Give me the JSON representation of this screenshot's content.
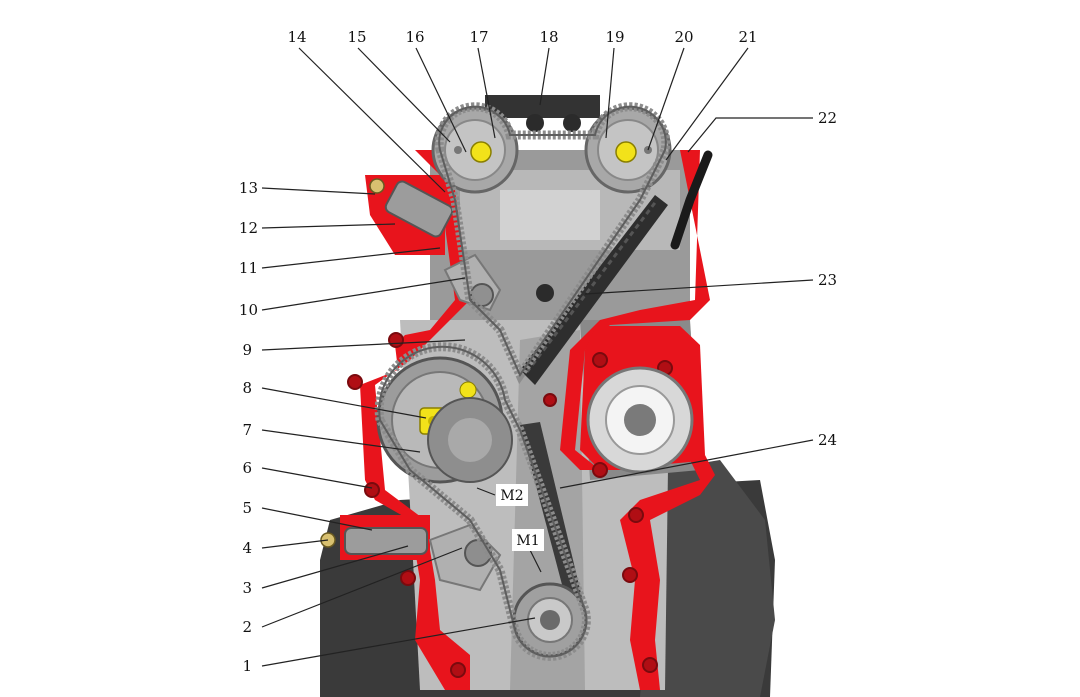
{
  "callouts": [
    {
      "id": "c1",
      "number": "1"
    },
    {
      "id": "c2",
      "number": "2"
    },
    {
      "id": "c3",
      "number": "3"
    },
    {
      "id": "c4",
      "number": "4"
    },
    {
      "id": "c5",
      "number": "5"
    },
    {
      "id": "c6",
      "number": "6"
    },
    {
      "id": "c7",
      "number": "7"
    },
    {
      "id": "c8",
      "number": "8"
    },
    {
      "id": "c9",
      "number": "9"
    },
    {
      "id": "c10",
      "number": "10"
    },
    {
      "id": "c11",
      "number": "11"
    },
    {
      "id": "c12",
      "number": "12"
    },
    {
      "id": "c13",
      "number": "13"
    },
    {
      "id": "c14",
      "number": "14"
    },
    {
      "id": "c15",
      "number": "15"
    },
    {
      "id": "c16",
      "number": "16"
    },
    {
      "id": "c17",
      "number": "17"
    },
    {
      "id": "c18",
      "number": "18"
    },
    {
      "id": "c19",
      "number": "19"
    },
    {
      "id": "c20",
      "number": "20"
    },
    {
      "id": "c21",
      "number": "21"
    },
    {
      "id": "c22",
      "number": "22"
    },
    {
      "id": "c23",
      "number": "23"
    },
    {
      "id": "c24",
      "number": "24"
    }
  ],
  "markers": {
    "m1": "M1",
    "m2": "M2"
  },
  "colors": {
    "housing": "#e8141c",
    "engine_dark": "#3a3a3a",
    "engine_mid": "#8a8a8a",
    "engine_light": "#c9c9c9",
    "sprocket": "#a8a8a8",
    "bolt_highlight": "#f2e21a",
    "chain": "#8c8c8c"
  }
}
